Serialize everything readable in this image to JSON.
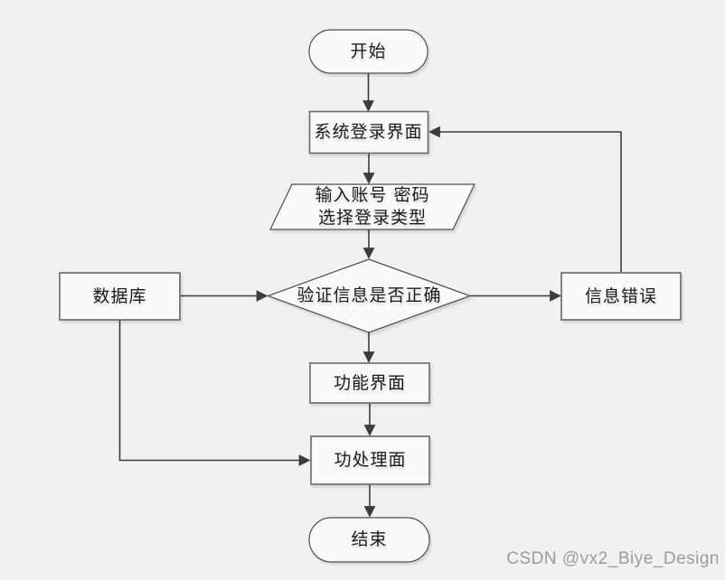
{
  "diagram": {
    "type": "flowchart",
    "nodes": {
      "start": {
        "shape": "terminator",
        "label": "开始"
      },
      "login": {
        "shape": "process",
        "label": "系统登录界面"
      },
      "input": {
        "shape": "data-io",
        "line1": "输入账号 密码",
        "line2": "选择登录类型"
      },
      "verify": {
        "shape": "decision",
        "label": "验证信息是否正确"
      },
      "database": {
        "shape": "process",
        "label": "数据库"
      },
      "error": {
        "shape": "process",
        "label": "信息错误"
      },
      "function": {
        "shape": "process",
        "label": "功能界面"
      },
      "handle": {
        "shape": "process",
        "label": "功处理面"
      },
      "end": {
        "shape": "terminator",
        "label": "结束"
      }
    },
    "edges": [
      {
        "from": "start",
        "to": "login"
      },
      {
        "from": "login",
        "to": "input"
      },
      {
        "from": "input",
        "to": "verify"
      },
      {
        "from": "verify",
        "to": "function"
      },
      {
        "from": "function",
        "to": "handle"
      },
      {
        "from": "handle",
        "to": "end"
      },
      {
        "from": "database",
        "to": "verify"
      },
      {
        "from": "verify",
        "to": "error"
      },
      {
        "from": "error",
        "to": "login"
      },
      {
        "from": "database",
        "to": "handle"
      }
    ],
    "colors": {
      "background": "#f1f1f1",
      "node_fill": "#fafafa",
      "node_border": "#6f6f6f",
      "outline_dark": "#4f4f4f",
      "connector": "#3c3c3c",
      "text": "#1c1c1c",
      "watermark": "#9c9c9e"
    }
  },
  "watermark": {
    "text": "CSDN @vx2_Biye_Design"
  }
}
